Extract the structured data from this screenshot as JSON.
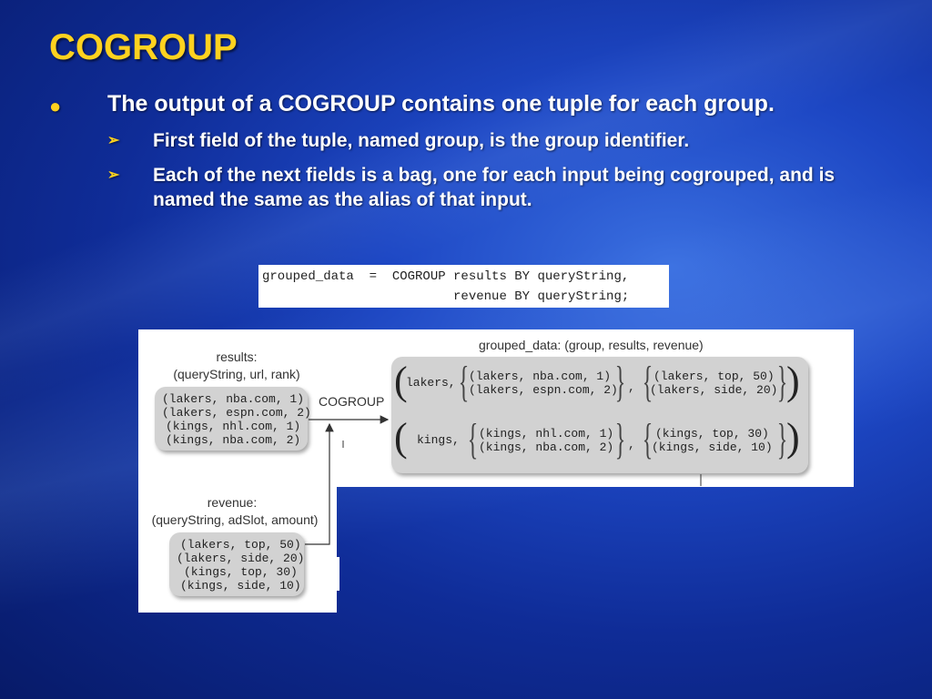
{
  "title": "COGROUP",
  "bullets": {
    "main": "The output of a COGROUP contains one tuple for each group.",
    "sub": [
      "First field of the tuple, named group, is the group identifier.",
      "Each of the next fields is a bag, one for each input being cogrouped, and is named the same as the alias of that input."
    ]
  },
  "code": {
    "line1": "grouped_data  =  COGROUP results BY queryString,",
    "line2": "                         revenue BY queryString;"
  },
  "diagram": {
    "results_title": "results:",
    "results_schema": "(queryString, url, rank)",
    "results_rows": [
      "(lakers, nba.com, 1)",
      "(lakers, espn.com, 2)",
      "(kings, nhl.com, 1)",
      "(kings, nba.com, 2)"
    ],
    "op_label": "COGROUP",
    "grouped_title": "grouped_data: (group, results, revenue)",
    "revenue_title": "revenue:",
    "revenue_schema": "(queryString, adSlot, amount)",
    "revenue_rows": [
      "(lakers, top, 50)",
      "(lakers, side, 20)",
      "(kings, top, 30)",
      "(kings, side, 10)"
    ],
    "groups": [
      {
        "key": "lakers,",
        "results": [
          "(lakers, nba.com, 1)",
          "(lakers, espn.com, 2)"
        ],
        "revenue": [
          "(lakers, top, 50)",
          "(lakers, side, 20)"
        ]
      },
      {
        "key": "kings,",
        "results": [
          "(kings, nhl.com, 1)",
          "(kings, nba.com, 2)"
        ],
        "revenue": [
          "(kings, top, 30)",
          "(kings, side, 10)"
        ]
      }
    ]
  },
  "colors": {
    "title": "#ffd21f",
    "bullet": "#ffd21f",
    "text": "#ffffff"
  }
}
